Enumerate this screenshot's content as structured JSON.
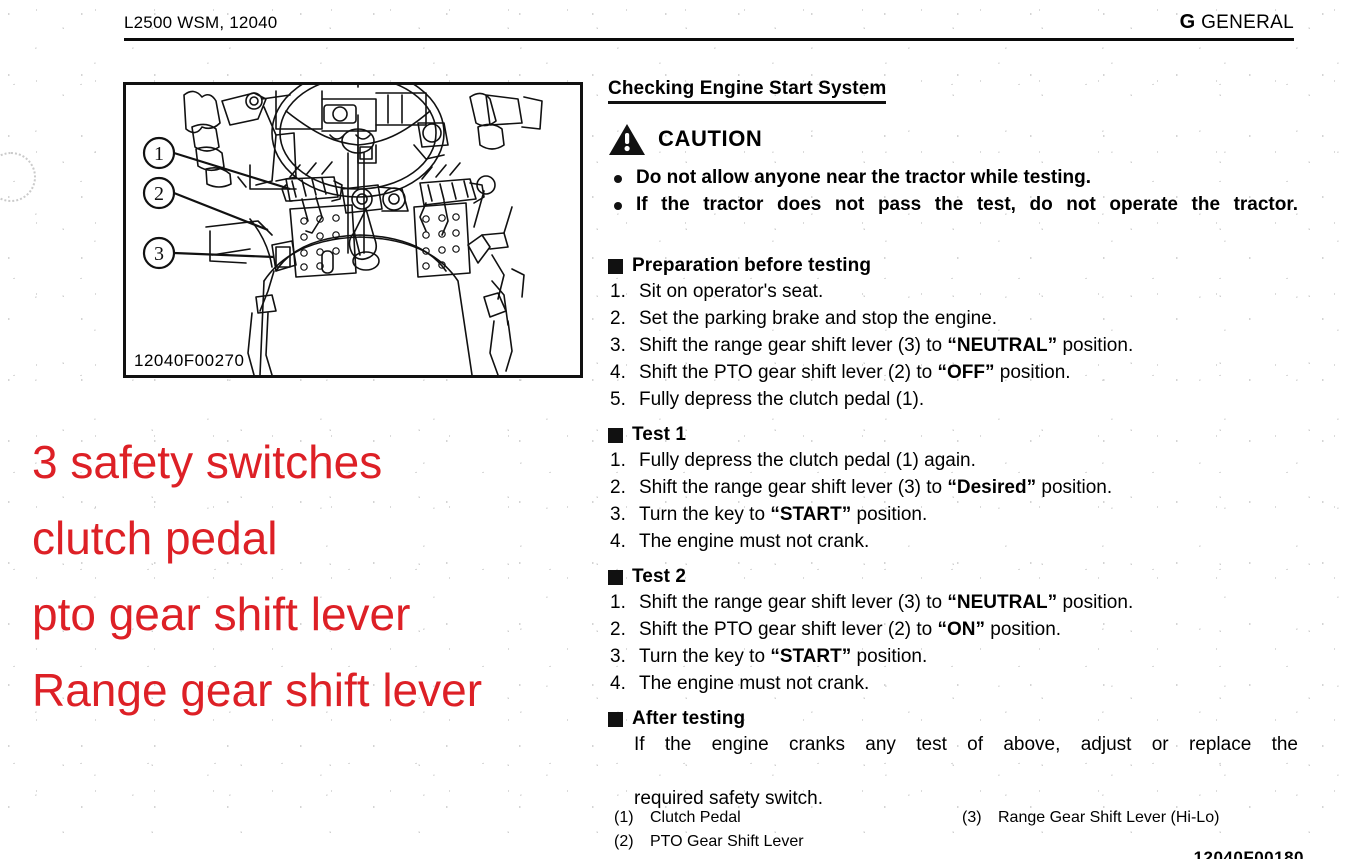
{
  "header": {
    "left": "L2500 WSM, 12040",
    "section_letter": "G",
    "section_name": "GENERAL"
  },
  "figure": {
    "id_label": "12040F00270",
    "callouts": [
      "1",
      "2",
      "3"
    ],
    "alt": "Tractor operator station showing clutch pedal, PTO gear shift lever and range gear shift lever"
  },
  "annotation": {
    "color": "#dd2026",
    "lines": [
      "3 safety switches",
      "clutch pedal",
      "pto gear shift lever",
      "Range gear shift lever"
    ]
  },
  "content": {
    "title": "Checking Engine Start System",
    "caution": {
      "icon": "warning-triangle-icon",
      "label": "CAUTION",
      "bullets": [
        "Do not allow anyone near the tractor while testing.",
        "If the tractor does not pass the test, do not operate the tractor."
      ]
    },
    "sections": [
      {
        "heading": "Preparation before testing",
        "steps": [
          {
            "num": "1.",
            "html": "Sit on operator's seat."
          },
          {
            "num": "2.",
            "html": "Set the parking brake and stop the engine."
          },
          {
            "num": "3.",
            "html": "Shift the range gear shift lever (3) to <b class=\"q\">&ldquo;NEUTRAL&rdquo;</b> position."
          },
          {
            "num": "4.",
            "html": "Shift the PTO gear shift lever (2) to <b class=\"q\">&ldquo;OFF&rdquo;</b> position."
          },
          {
            "num": "5.",
            "html": "Fully depress the clutch pedal (1)."
          }
        ]
      },
      {
        "heading": "Test 1",
        "steps": [
          {
            "num": "1.",
            "html": "Fully depress the clutch pedal (1) again."
          },
          {
            "num": "2.",
            "html": "Shift the range gear shift lever (3) to <b class=\"q\">&ldquo;Desired&rdquo;</b> position."
          },
          {
            "num": "3.",
            "html": "Turn the key to <b class=\"q\">&ldquo;START&rdquo;</b> position."
          },
          {
            "num": "4.",
            "html": "The engine must not crank."
          }
        ]
      },
      {
        "heading": "Test 2",
        "steps": [
          {
            "num": "1.",
            "html": "Shift the range gear shift lever (3) to <b class=\"q\">&ldquo;NEUTRAL&rdquo;</b> position."
          },
          {
            "num": "2.",
            "html": "Shift the PTO gear shift lever (2) to <b class=\"q\">&ldquo;ON&rdquo;</b> position."
          },
          {
            "num": "3.",
            "html": "Turn the key to <b class=\"q\">&ldquo;START&rdquo;</b> position."
          },
          {
            "num": "4.",
            "html": "The engine must not crank."
          }
        ]
      }
    ],
    "after_testing": {
      "heading": "After testing",
      "line1": "If the engine cranks any test of above, adjust or replace the",
      "line2": "required safety switch."
    }
  },
  "legend": {
    "column1": [
      {
        "mark": "(1)",
        "label": "Clutch Pedal"
      },
      {
        "mark": "(2)",
        "label": "PTO Gear Shift Lever"
      }
    ],
    "column2": [
      {
        "mark": "(3)",
        "label": "Range Gear Shift Lever (Hi-Lo)"
      }
    ]
  },
  "footer": {
    "figure_code": "12040F00180"
  }
}
